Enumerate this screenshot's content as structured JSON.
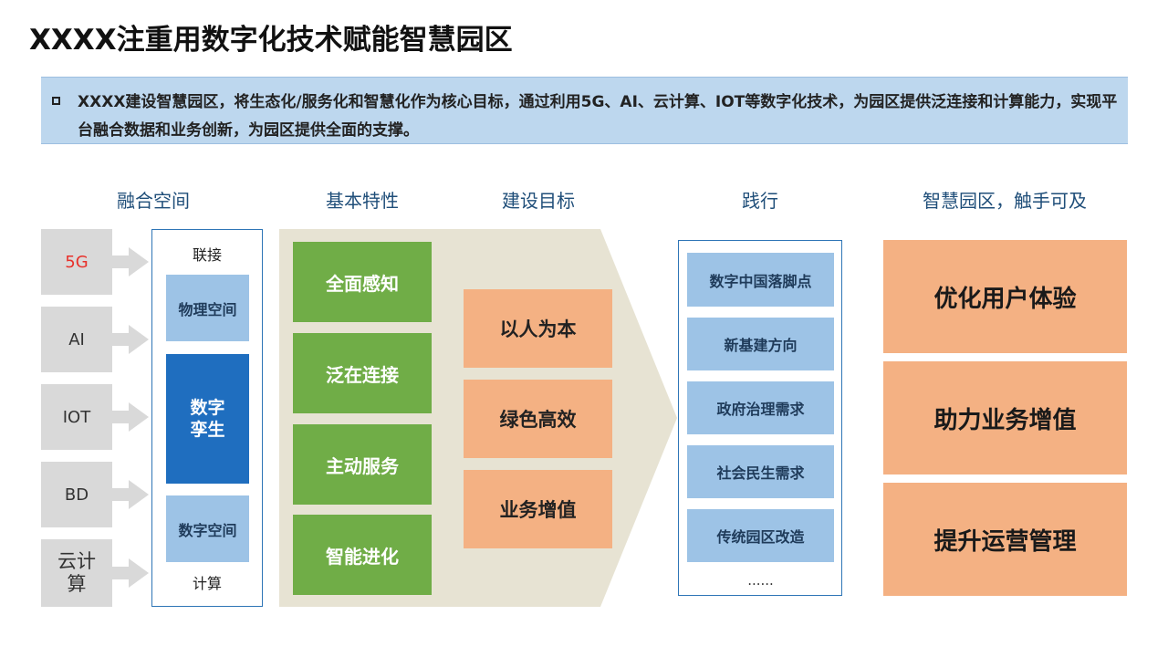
{
  "title": "XXXX注重用数字化技术赋能智慧园区",
  "intro": "XXXX建设智慧园区，将生态化/服务化和智慧化作为核心目标，通过利用5G、AI、云计算、IOT等数字化技术，为园区提供泛连接和计算能力，实现平台融合数据和业务创新，为园区提供全面的支撑。",
  "columns": {
    "fusion_space": "融合空间",
    "features": "基本特性",
    "goals": "建设目标",
    "practice": "践行",
    "smart_park": "智慧园区，触手可及"
  },
  "technologies": [
    {
      "label": "5G",
      "color": "#e8302a"
    },
    {
      "label": "AI",
      "color": "#333333"
    },
    {
      "label": "IOT",
      "color": "#333333"
    },
    {
      "label": "BD",
      "color": "#333333"
    },
    {
      "label": "云计\n算",
      "color": "#333333"
    }
  ],
  "space": {
    "top_label": "联接",
    "physical": "物理空间",
    "twin": "数字\n孪生",
    "digital": "数字空间",
    "bottom_label": "计算"
  },
  "features": [
    "全面感知",
    "泛在连接",
    "主动服务",
    "智能进化"
  ],
  "goals": [
    "以人为本",
    "绿色高效",
    "业务增值"
  ],
  "practice": [
    "数字中国落脚点",
    "新基建方向",
    "政府治理需求",
    "社会民生需求",
    "传统园区改造"
  ],
  "practice_more": "......",
  "benefits": [
    "优化用户体验",
    "助力业务增值",
    "提升运营管理"
  ],
  "colors": {
    "header_blue": "#1f4e79",
    "intro_bg": "#bdd7ee",
    "feature_green": "#70ad47",
    "goal_orange": "#f4b183",
    "twin_blue": "#1f6ebf",
    "light_blue": "#9dc3e6",
    "chevron_bg": "#e7e3d3"
  }
}
